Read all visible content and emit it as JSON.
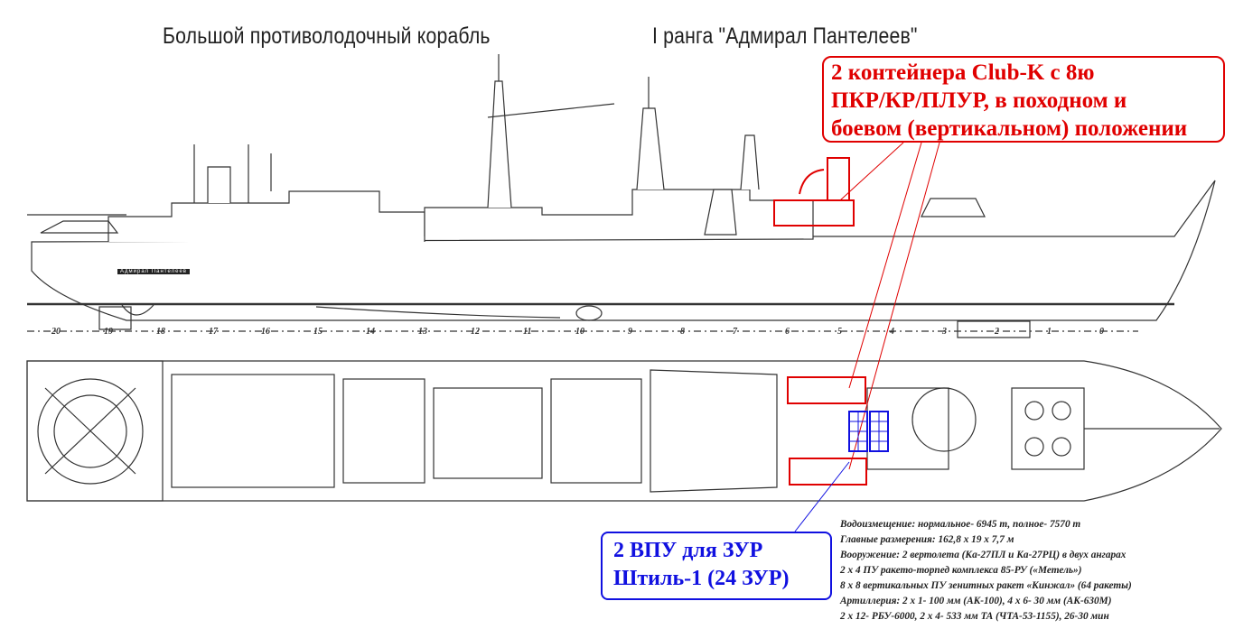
{
  "title": {
    "left": "Большой противолодочный корабль",
    "right": "I ранга \"Адмирал Пантелеев\""
  },
  "hull_name": "Адмирал Пантелеев",
  "frames": [
    "20",
    "19",
    "18",
    "17",
    "16",
    "15",
    "14",
    "13",
    "12",
    "11",
    "10",
    "9",
    "8",
    "7",
    "6",
    "5",
    "4",
    "3",
    "2",
    "1",
    "0"
  ],
  "annotation_red": {
    "lines": [
      "2 контейнера Club-K с 8ю",
      "ПКР/КР/ПЛУР, в походном и",
      "боевом (вертикальном) положении"
    ],
    "color": "#e00000"
  },
  "annotation_blue": {
    "lines": [
      "2 ВПУ для ЗУР",
      "Штиль-1 (24 ЗУР)"
    ],
    "color": "#1010e0"
  },
  "specs": [
    "Водоизмещение:  нормальное- 6945 т, полное- 7570 т",
    "Главные размерения: 162,8 х 19 х 7,7 м",
    "Вооружение: 2 вертолета (Ка-27ПЛ и Ка-27РЦ) в двух ангарах",
    "2 х 4 ПУ ракето-торпед комплекса 85-РУ («Метель»)",
    "8 х 8 вертикальных ПУ зенитных ракет «Кинжал» (64 ракеты)",
    "Артиллерия: 2 х 1- 100 мм (АК-100), 4 х 6- 30 мм (АК-630М)",
    "2 х 12- РБУ-6000, 2 х 4- 533 мм ТА (ЧТА-53-1155), 26-30 мин"
  ]
}
